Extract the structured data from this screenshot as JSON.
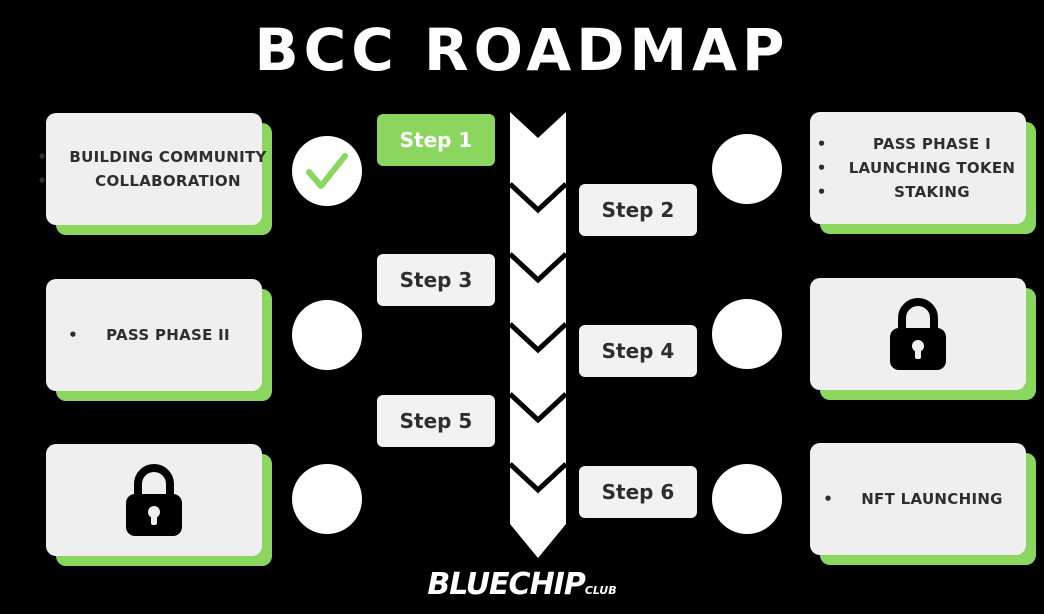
{
  "title": "BCC ROADMAP",
  "brand": {
    "main": "BLUECHIP",
    "suffix": "CLUB"
  },
  "colors": {
    "accent": "#8bd65f",
    "background": "#000000",
    "card": "#efefef"
  },
  "steps": [
    {
      "label": "Step 1",
      "completed": true,
      "locked": false,
      "items": [
        "BUILDING COMMUNITY",
        "COLLABORATION"
      ]
    },
    {
      "label": "Step 2",
      "completed": false,
      "locked": false,
      "items": [
        "PASS PHASE I",
        "LAUNCHING TOKEN",
        "STAKING"
      ]
    },
    {
      "label": "Step 3",
      "completed": false,
      "locked": false,
      "items": [
        "PASS PHASE II"
      ]
    },
    {
      "label": "Step 4",
      "completed": false,
      "locked": true,
      "items": []
    },
    {
      "label": "Step 5",
      "completed": false,
      "locked": true,
      "items": []
    },
    {
      "label": "Step 6",
      "completed": false,
      "locked": false,
      "items": [
        "NFT LAUNCHING"
      ]
    }
  ],
  "icons": {
    "done": "checkmark-icon",
    "locked": "padlock-icon"
  }
}
